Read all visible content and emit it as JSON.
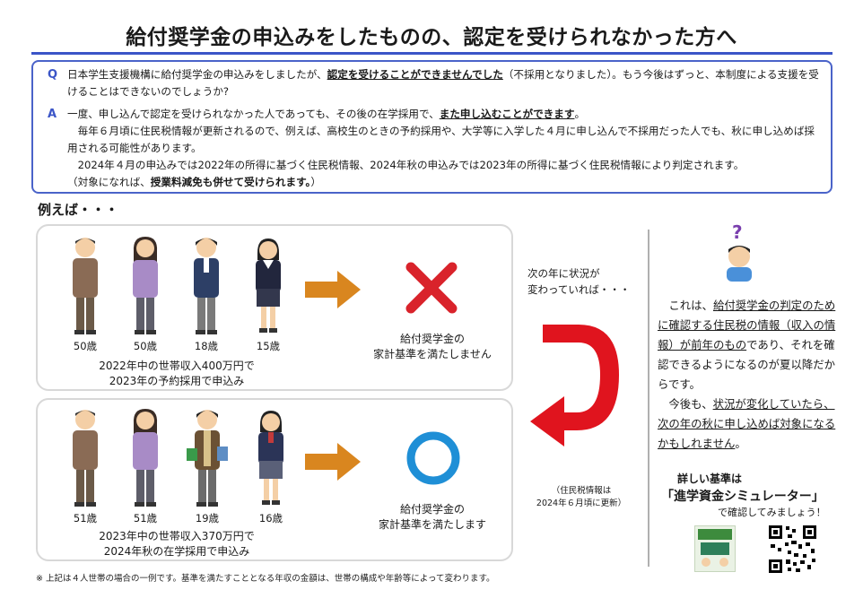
{
  "title": "給付奨学金の申込みをしたものの、認定を受けられなかった方へ",
  "qa": {
    "q_mark": "Q",
    "q_pre": "日本学生支援機構に給付奨学金の申込みをしましたが、",
    "q_emph": "認定を受けることができませんでした",
    "q_post": "（不採用となりました）。もう今後はずっと、本制度による支援を受けることはできないのでしょうか?",
    "a_mark": "A",
    "a_pre": "一度、申し込んで認定を受けられなかった人であっても、その後の在学採用で、",
    "a_emph": "また申し込むことができます",
    "a_post": "。",
    "a_line2": "毎年６月頃に住民税情報が更新されるので、例えば、高校生のときの予約採用や、大学等に入学した４月に申し込んで不採用だった人でも、秋に申し込めば採用される可能性があります。",
    "a_line3": "2024年４月の申込みでは2022年の所得に基づく住民税情報、2024年秋の申込みでは2023年の所得に基づく住民税情報により判定されます。",
    "a_line4_pre": "（対象になれば、",
    "a_line4_emph": "授業料減免も併せて受けられます。",
    "a_line4_post": "）"
  },
  "example_heading": "例えば・・・",
  "scenario1": {
    "ages": [
      "50歳",
      "50歳",
      "18歳",
      "15歳"
    ],
    "caption_line1": "2022年中の世帯収入400万円で",
    "caption_line2": "2023年の予約採用で申込み",
    "result_line1": "給付奨学金の",
    "result_line2": "家計基準を満たしません"
  },
  "scenario2": {
    "ages": [
      "51歳",
      "51歳",
      "19歳",
      "16歳"
    ],
    "caption_line1": "2023年中の世帯収入370万円で",
    "caption_line2": "2024年秋の在学採用で申込み",
    "result_line1": "給付奨学金の",
    "result_line2": "家計基準を満たします"
  },
  "change": {
    "line1": "次の年に状況が",
    "line2": "変わっていれば・・・",
    "note_line1": "（住民税情報は",
    "note_line2": "2024年６月頃に更新）"
  },
  "right": {
    "p1_pre": "これは、",
    "p1_u1": "給付奨学金の判定のために確認する住民税の情報（収入の情報）が前年のもの",
    "p1_post": "であり、それを確認できるようになるのが夏以降だからです。",
    "p2_pre": "今後も、",
    "p2_u": "状況が変化していたら、次の年の秋に申し込めば対象になるかもしれません",
    "p2_post": "。"
  },
  "simulator": {
    "lead": "詳しい基準は",
    "name": "「進学資金シミュレーター」",
    "tail": "で確認してみましょう！"
  },
  "footnote": "※ 上記は４人世帯の場合の一例です。基準を満たすこととなる年収の金額は、世帯の構成や年齢等によって変わります。",
  "colors": {
    "accent_blue": "#3b55c7",
    "cross_red": "#d9232b",
    "circle_blue": "#1f8fd6",
    "arrow_orange": "#d9861f",
    "curve_red": "#e0141e"
  }
}
